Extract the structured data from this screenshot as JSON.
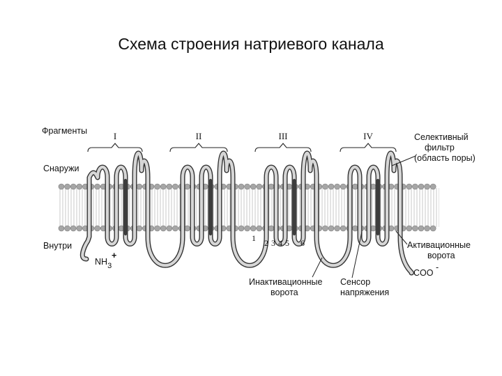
{
  "title": "Схема строения натриевого канала",
  "labels": {
    "fragments": "Фрагменты",
    "outside": "Снаружи",
    "inside": "Внутри",
    "nh3": "NH",
    "nh3_sub": "3",
    "nh3_charge": "+",
    "filter_line1": "Селективный",
    "filter_line2": "фильтр",
    "filter_line3": "(область поры)",
    "activation_line1": "Активационные",
    "activation_line2": "ворота",
    "coo": "COO",
    "coo_charge": "-",
    "inactivation_line1": "Инактивационные",
    "inactivation_line2": "ворота",
    "sensor_line1": "Сенсор",
    "sensor_line2": "напряжения"
  },
  "domains": [
    "I",
    "II",
    "III",
    "IV"
  ],
  "segments": [
    "1",
    "2",
    "3",
    "4",
    "5",
    "6"
  ],
  "colors": {
    "membrane_head": "#a6a6a6",
    "membrane_band": "#e2e2e2",
    "chain_outline": "#333333",
    "chain_fill": "#d6d6d6",
    "dark_segment": "#3d3d3d"
  }
}
